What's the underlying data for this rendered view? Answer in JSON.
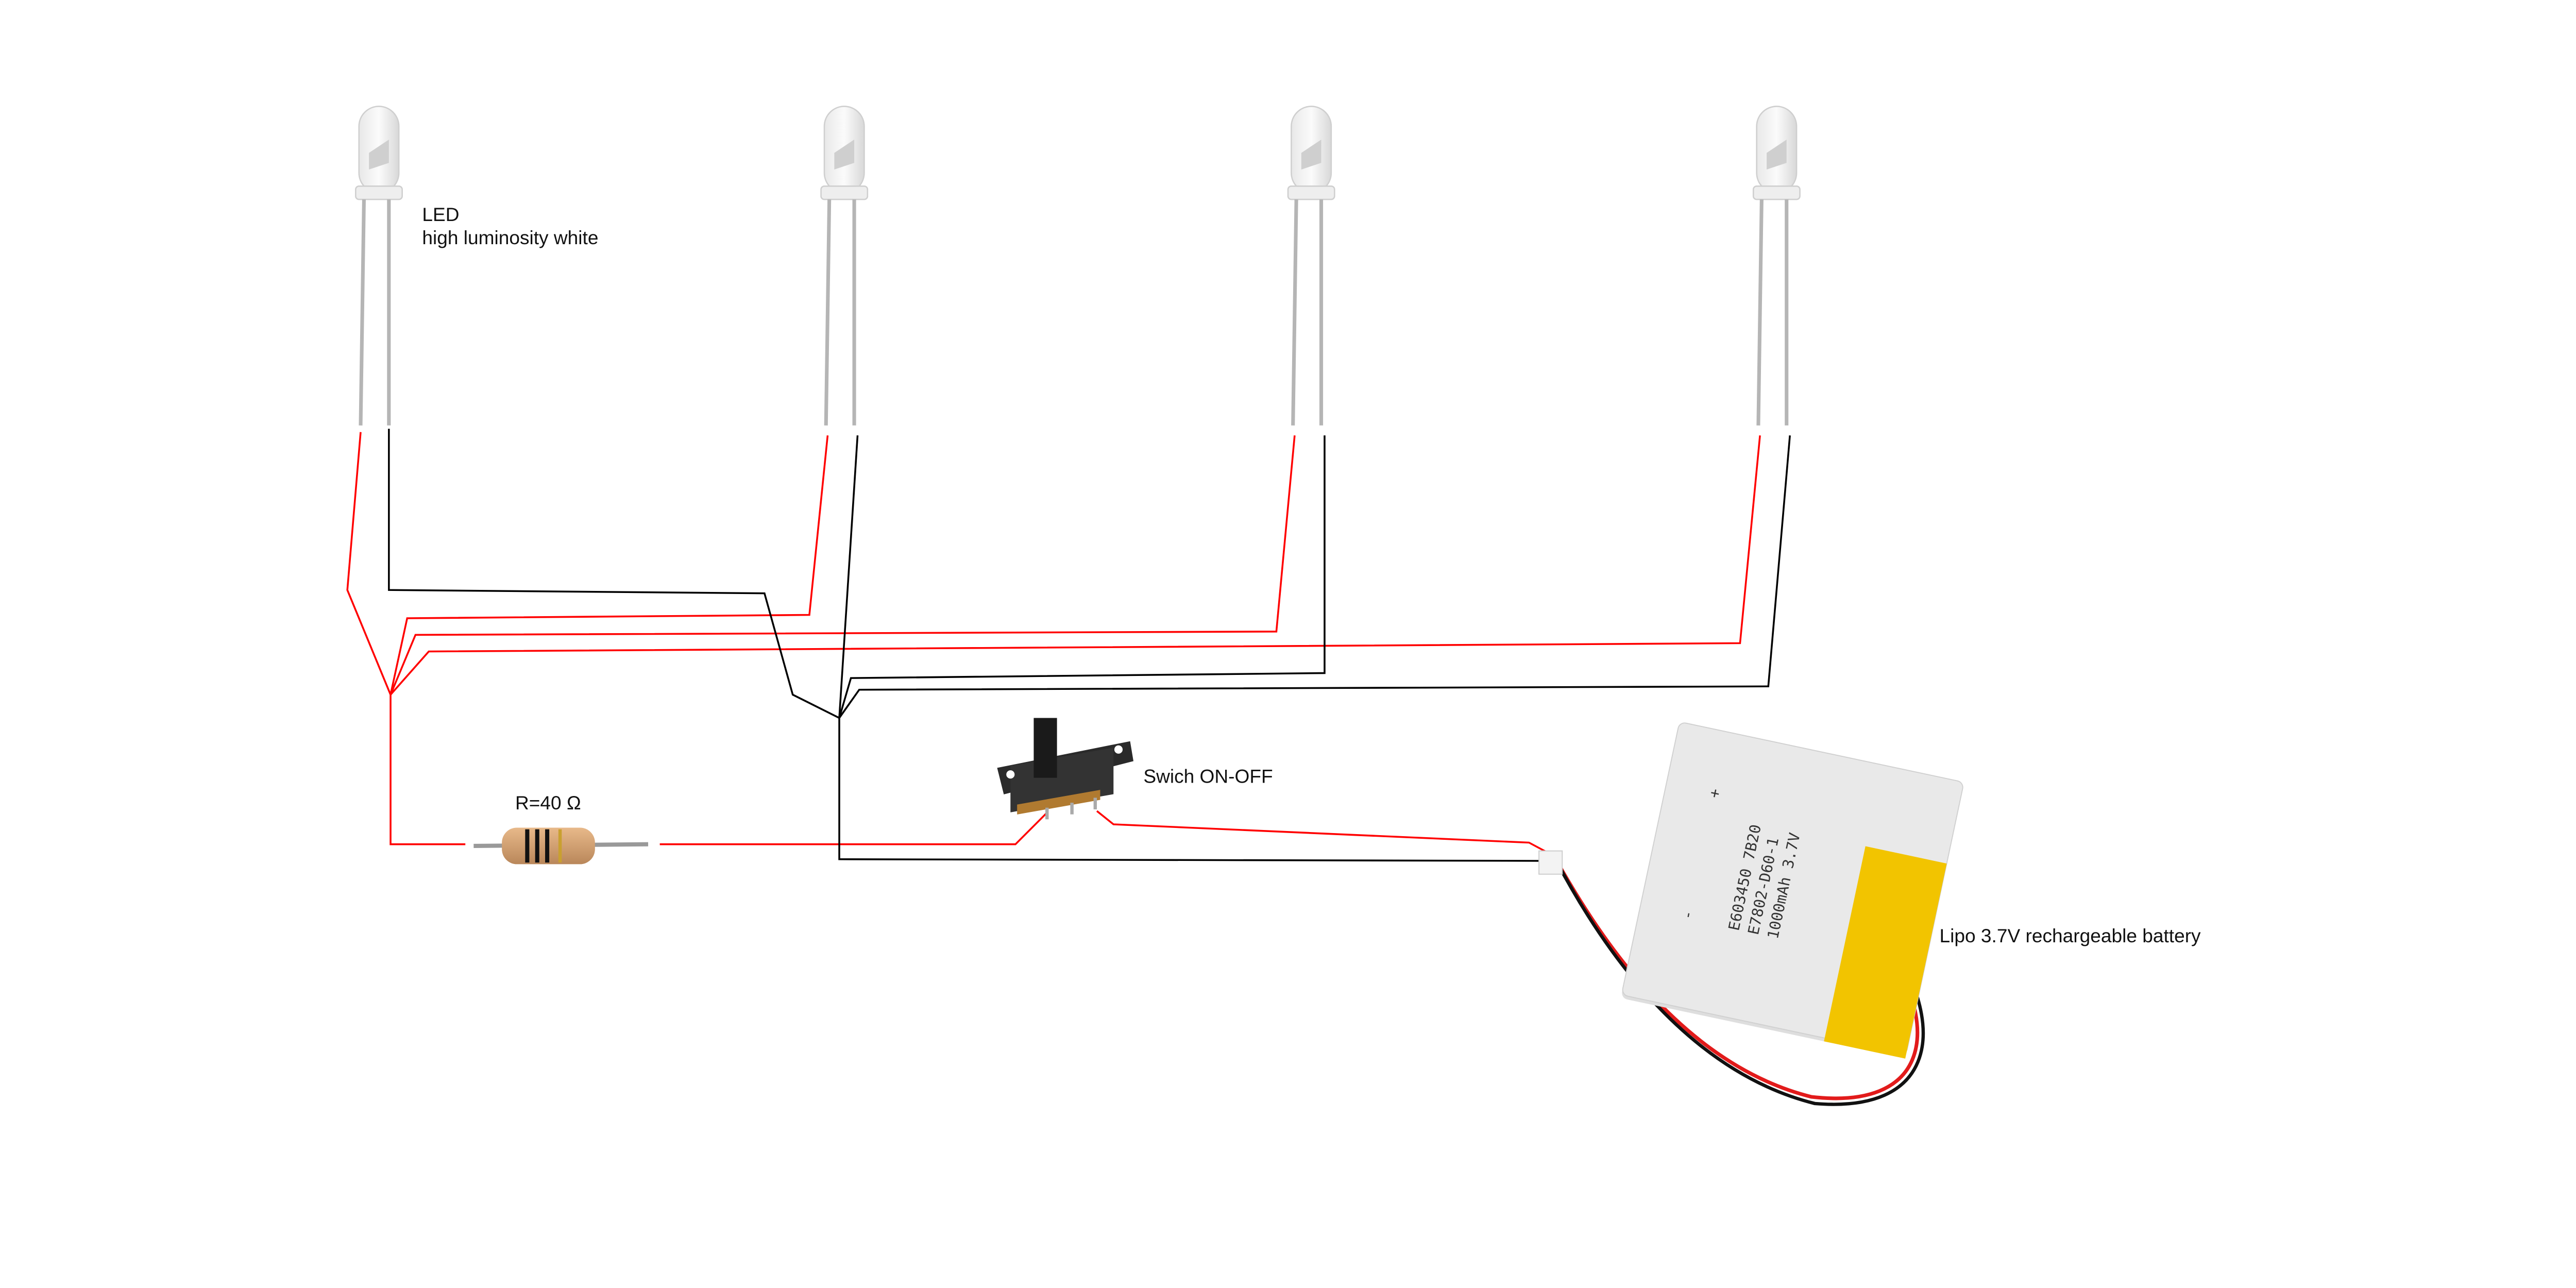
{
  "labels": {
    "led": "LED",
    "led_desc": "high luminosity white",
    "resistor": "R=40 Ω",
    "switch": "Swich ON-OFF",
    "battery": "Lipo 3.7V rechargeable battery"
  },
  "battery_print": {
    "plus": "+",
    "minus": "-",
    "line1": "E603450 7B20",
    "line2": "E7802-D60-1",
    "line3": "1000mAh 3.7V"
  },
  "colors": {
    "positive_wire": "#ff0000",
    "negative_wire": "#000000"
  }
}
